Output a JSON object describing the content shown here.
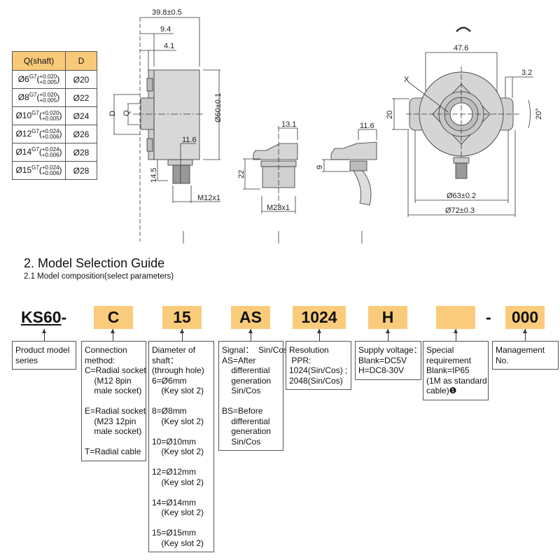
{
  "shaft_table": {
    "headers": [
      "Q(shaft)",
      "D"
    ],
    "rows": [
      {
        "q": "Ø6",
        "fit": "G7",
        "tol_upper": "+0.020",
        "tol_lower": "+0.005",
        "d": "Ø20"
      },
      {
        "q": "Ø8",
        "fit": "G7",
        "tol_upper": "+0.020",
        "tol_lower": "+0.005",
        "d": "Ø22"
      },
      {
        "q": "Ø10",
        "fit": "G7",
        "tol_upper": "+0.020",
        "tol_lower": "+0.005",
        "d": "Ø24"
      },
      {
        "q": "Ø12",
        "fit": "G7",
        "tol_upper": "+0.024",
        "tol_lower": "+0.006",
        "d": "Ø26"
      },
      {
        "q": "Ø14",
        "fit": "G7",
        "tol_upper": "+0.024",
        "tol_lower": "+0.006",
        "d": "Ø28"
      },
      {
        "q": "Ø15",
        "fit": "G7",
        "tol_upper": "+0.024",
        "tol_lower": "+0.006",
        "d": "Ø28"
      }
    ],
    "header_color": "#f9c97a"
  },
  "drawing": {
    "side": {
      "length": "39.8±0.5",
      "d1": "9.4",
      "d2": "4.1",
      "dia": "Ø60±0.1",
      "conn_offset": "11.6",
      "conn_len": "14.5",
      "thread": "M12x1",
      "label_d": "D",
      "label_q": "Q"
    },
    "m23": {
      "offset": "13.1",
      "height": "22",
      "thread": "M23x1"
    },
    "cable": {
      "offset": "11.6",
      "height": "9"
    },
    "front": {
      "width": "47.6",
      "slot": "3.2",
      "slot_h": "20",
      "angle": "20°",
      "mark": "X",
      "d63": "Ø63±0.2",
      "d72": "Ø72±0.3"
    }
  },
  "section": {
    "title": "2.  Model Selection Guide",
    "subtitle": "2.1  Model composition(select parameters)"
  },
  "model": {
    "prefix": "KS60",
    "dash": "-",
    "code_color": "#fbcb7c",
    "codes": [
      "C",
      "15",
      "AS",
      "1024",
      "H",
      "",
      "000"
    ],
    "descriptions": [
      [
        "Product model",
        "series"
      ],
      [
        "Connection",
        "method:",
        "C=Radial socket",
        "    (M12 8pin",
        "    male socket)",
        "",
        "E=Radial socket",
        "    (M23 12pin",
        "    male socket)",
        "",
        "T=Radial cable"
      ],
      [
        "Diameter of",
        "shaft：",
        "(through hole)",
        "6=Ø6mm",
        "    (Key slot 2)",
        "",
        "8=Ø8mm",
        "    (Key slot 2)",
        "",
        "10=Ø10mm",
        "    (Key slot 2)",
        "",
        "12=Ø12mm",
        "    (Key slot 2)",
        "",
        "14=Ø14mm",
        "    (Key slot 2)",
        "",
        "15=Ø15mm",
        "    (Key slot 2)"
      ],
      [
        "Signal：  Sin/Cos",
        "AS=After",
        "    differential",
        "    generation",
        "    Sin/Cos",
        "",
        "BS=Before",
        "    differential",
        "    generation",
        "    Sin/Cos"
      ],
      [
        "Resolution",
        " PPR:",
        "1024(Sin/Cos) ;",
        "2048(Sin/Cos)"
      ],
      [
        "Supply voltage：",
        "Blank=DC5V",
        "H=DC8-30V"
      ],
      [
        "Special",
        "requirement",
        "Blank=IP65",
        "(1M as standard",
        "cable)❶"
      ],
      [
        "Management",
        "No."
      ]
    ]
  }
}
